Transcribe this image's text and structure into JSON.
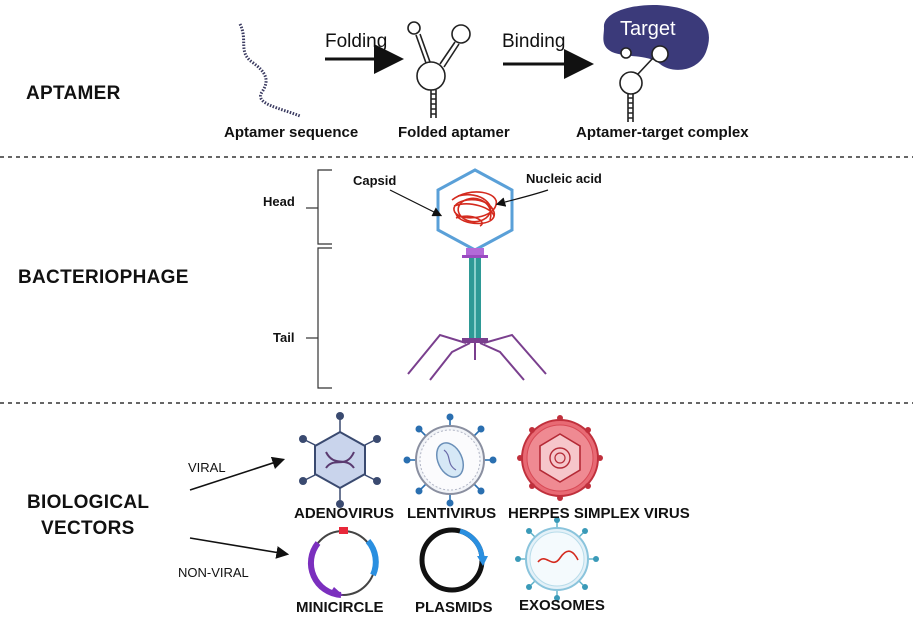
{
  "sections": {
    "aptamer": "APTAMER",
    "bacteriophage": "BACTERIOPHAGE",
    "vectors_line1": "BIOLOGICAL",
    "vectors_line2": "VECTORS"
  },
  "aptamer_row": {
    "folding": "Folding",
    "binding": "Binding",
    "target": "Target",
    "sequence": "Aptamer sequence",
    "folded": "Folded aptamer",
    "complex": "Aptamer-target complex"
  },
  "phage_row": {
    "head": "Head",
    "tail": "Tail",
    "capsid": "Capsid",
    "nucleic_acid": "Nucleic acid"
  },
  "vectors_row": {
    "viral": "VIRAL",
    "non_viral": "NON-VIRAL",
    "adenovirus": "ADENOVIRUS",
    "lentivirus": "LENTIVIRUS",
    "herpes": "HERPES SIMPLEX VIRUS",
    "minicircle": "MINICIRCLE",
    "plasmids": "PLASMIDS",
    "exosomes": "EXOSOMES"
  },
  "colors": {
    "target": "#3b3a7a",
    "capsid": "#5aa0d8",
    "dna": "#d42a1e",
    "tail": "#2e9a96",
    "legs": "#7a3f8e",
    "minicircle": "#7b2fbe",
    "plasmid_blue": "#2a8fe0",
    "herpes": "#d8404c"
  }
}
